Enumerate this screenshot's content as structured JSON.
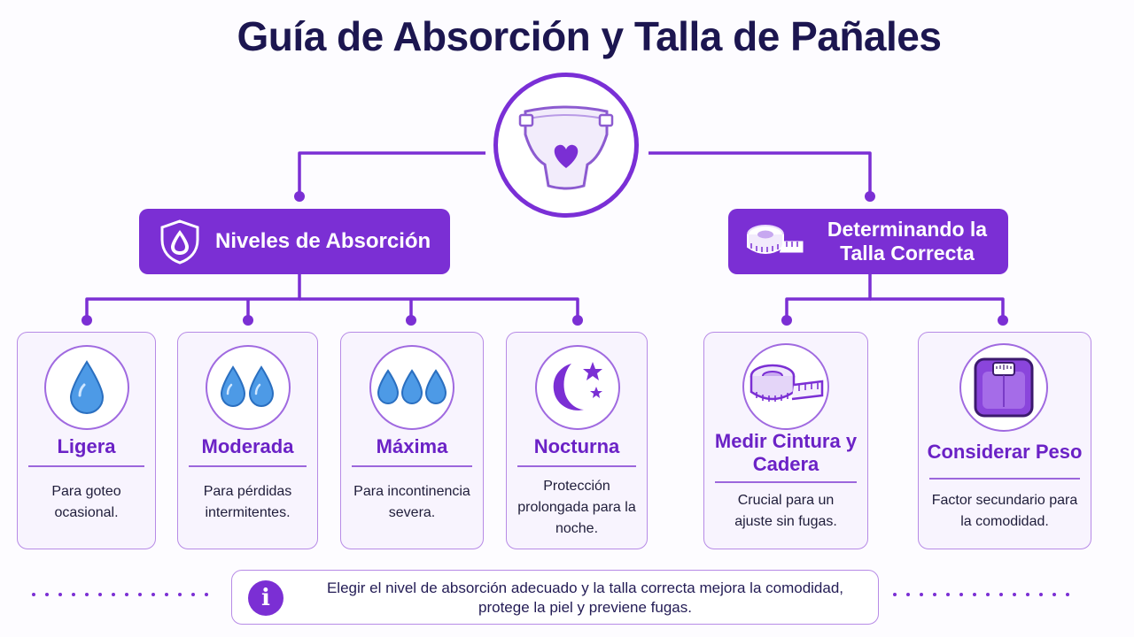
{
  "title": "Guía de Absorción y Talla de Pañales",
  "center": {
    "icon": "diaper-heart-icon"
  },
  "colors": {
    "primary": "#7b2fd4",
    "title": "#1c1650",
    "card_bg": "#f8f4fe",
    "drop": "#3d8fe0"
  },
  "branches": {
    "absorption": {
      "label": "Niveles de Absorción",
      "icon": "shield-drop-icon",
      "cards": [
        {
          "title": "Ligera",
          "desc": "Para goteo ocasional.",
          "icon": "single-drop-icon"
        },
        {
          "title": "Moderada",
          "desc": "Para pérdidas intermitentes.",
          "icon": "double-drop-icon"
        },
        {
          "title": "Máxima",
          "desc": "Para incontinencia severa.",
          "icon": "triple-drop-icon"
        },
        {
          "title": "Nocturna",
          "desc": "Protección prolongada para la noche.",
          "icon": "moon-stars-icon"
        }
      ]
    },
    "size": {
      "label": "Determinando la Talla Correcta",
      "icon": "tape-measure-icon",
      "cards": [
        {
          "title": "Medir Cintura y Cadera",
          "desc": "Crucial para un ajuste sin fugas.",
          "icon": "tape-measure-icon"
        },
        {
          "title": "Considerar Peso",
          "desc": "Factor secundario para la comodidad.",
          "icon": "scale-icon"
        }
      ]
    }
  },
  "footer": {
    "icon": "info-icon",
    "icon_glyph": "i",
    "text": "Elegir el nivel de absorción adecuado y la talla correcta mejora la comodidad, protege la piel y previene fugas."
  }
}
